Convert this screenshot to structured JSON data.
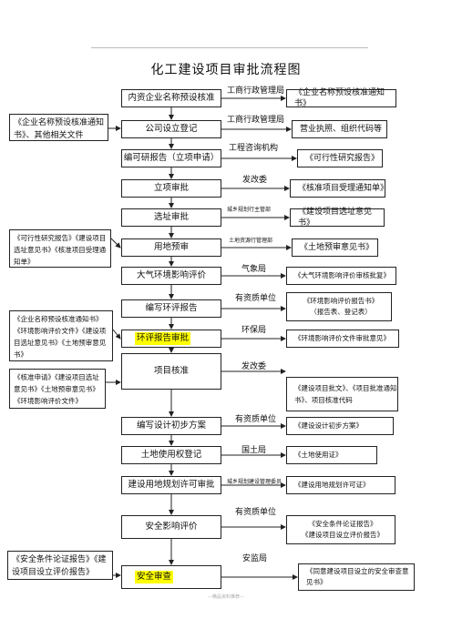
{
  "title": "化工建设项目审批流程图",
  "steps": [
    {
      "label": "内资企业名称预设核准",
      "edge": "工商行政管理局",
      "doc": "《企业名称预设核准通知书》"
    },
    {
      "label": "公司设立登记",
      "edge": "工商行政管理局",
      "doc": "营业执照、组织代码等"
    },
    {
      "label": "编可研报告（立项申请）",
      "edge": "工程咨询机构",
      "doc": "《可行性研究报告》"
    },
    {
      "label": "立项审批",
      "edge": "发改委",
      "doc": "《核准项目受理通知单》"
    },
    {
      "label": "选址审批",
      "edge": "城乡规划行主管部",
      "doc": "《建设项目选址意见书》"
    },
    {
      "label": "用地预审",
      "edge": "土地资源行管理部",
      "doc": "《土地预审意见书》"
    },
    {
      "label": "大气环境影响评价",
      "edge": "气象局",
      "doc": "《大气环境影响评价审核批复》"
    },
    {
      "label": "编写环评报告",
      "edge": "有资质单位",
      "doc": "《环境影响评价报告书》\n（报告表、登记表）"
    },
    {
      "label": "环评报告审批",
      "edge": "环保局",
      "doc": "《环境影响评价文件审批意见》"
    },
    {
      "label": "项目核准",
      "edge": "发改委",
      "doc": "《建设项目批文》、《项目批准通知书》、项目核准代码"
    },
    {
      "label": "编写设计初步方案",
      "edge": "有资质单位",
      "doc": "《建设设计初步方案》"
    },
    {
      "label": "土地使用权登记",
      "edge": "国土局",
      "doc": "《土地使用证》"
    },
    {
      "label": "建设用地规划许可审批",
      "edge": "城乡规划建设管理委员",
      "doc": "《建设用地规划许可证》"
    },
    {
      "label": "安全影响评价",
      "edge": "有资质单位",
      "doc": "《安全条件论证报告》\n《建设项目设立评价报告》"
    },
    {
      "label": "安全审查",
      "edge": "安监局",
      "doc": "《同意建设项目设立的安全审查意见书》"
    }
  ],
  "inputs": [
    "《企业名称预设核准通知书》、其他相关文件",
    "《可行性研究报告》《建设项目选址意见书》《核准项目受理通知单》",
    "《企业名称预设核准通知书》《环境影响评价文件》《建设项目选址意见书》《土地预审意见书》",
    "《核准申请》《建设项目选址意见书》《土地预审意见书》《环境影响评价文件》",
    "《安全条件论证报告》《建设项目设立评价报告》"
  ],
  "footer": "—精品资料推荐—"
}
